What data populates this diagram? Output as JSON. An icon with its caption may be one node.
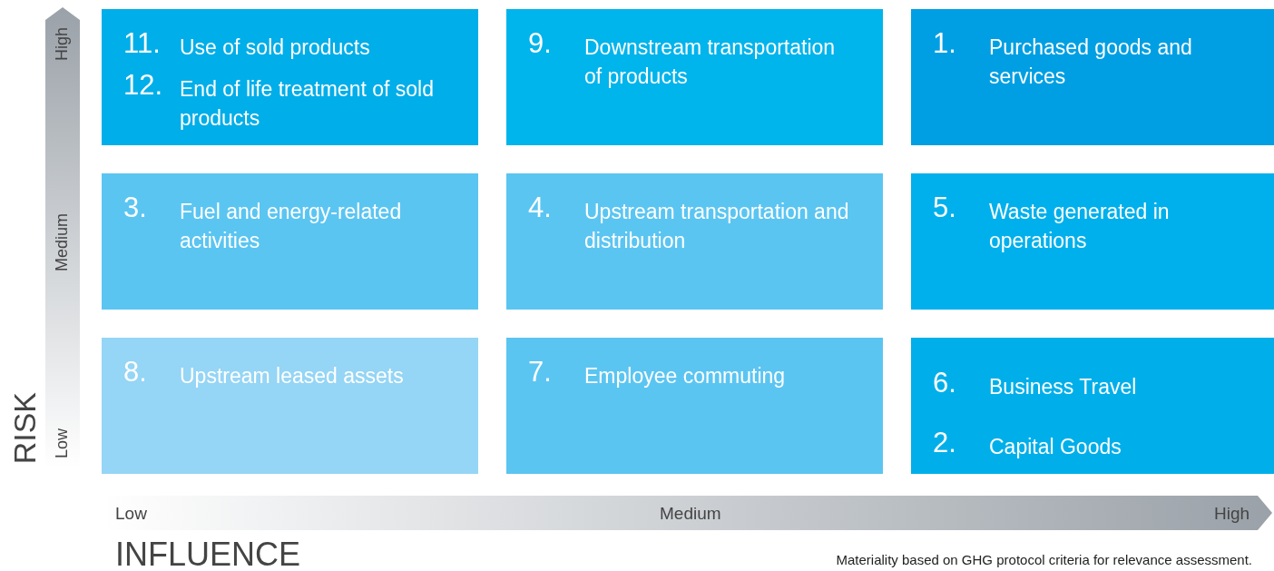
{
  "diagram": {
    "caption": "Materiality based on GHG protocol criteria for relevance assessment.",
    "nodes": [
      {
        "text": [
          "11.",
          "Use of sold products",
          "12.",
          "End of life treatment of sold products"
        ]
      },
      {
        "text": [
          "9.",
          "Downstream transportation of products"
        ]
      },
      {
        "text": [
          "1.",
          "Purchased goods and services"
        ]
      },
      {
        "text": [
          "3.",
          "Fuel and energy-related activities"
        ]
      },
      {
        "text": [
          "4.",
          "Upstream transportation and distribution"
        ]
      },
      {
        "text": [
          "5.",
          "Waste generated in operations"
        ]
      },
      {
        "text": [
          "8.",
          "Upstream leased assets"
        ]
      },
      {
        "text": [
          "7.",
          "Employee commuting"
        ]
      },
      {
        "text": [
          "6.",
          "Business Travel",
          "2.",
          "Capital Goods"
        ]
      }
    ],
    "edges": [],
    "labels": [
      "High",
      "Medium",
      "Low",
      "RISK",
      "Low",
      "Medium",
      "High",
      "INFLUENCE"
    ]
  }
}
